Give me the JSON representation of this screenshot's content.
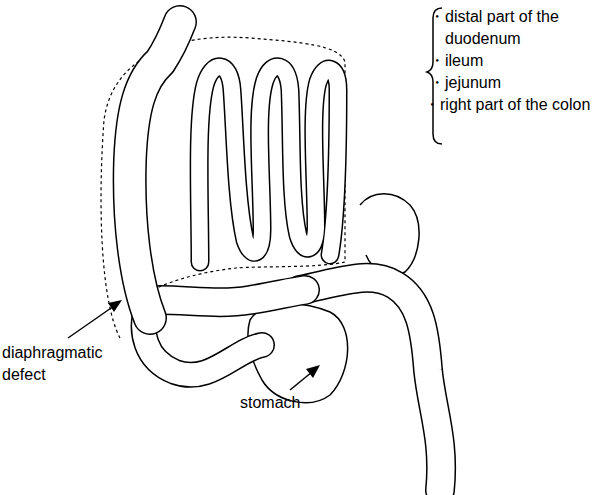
{
  "diagram": {
    "labels": [
      "・distal part of the duodenum",
      "・ileum",
      "・jejunum",
      "・right part of the colon",
      "diaphragmatic defect",
      "stomach"
    ]
  }
}
